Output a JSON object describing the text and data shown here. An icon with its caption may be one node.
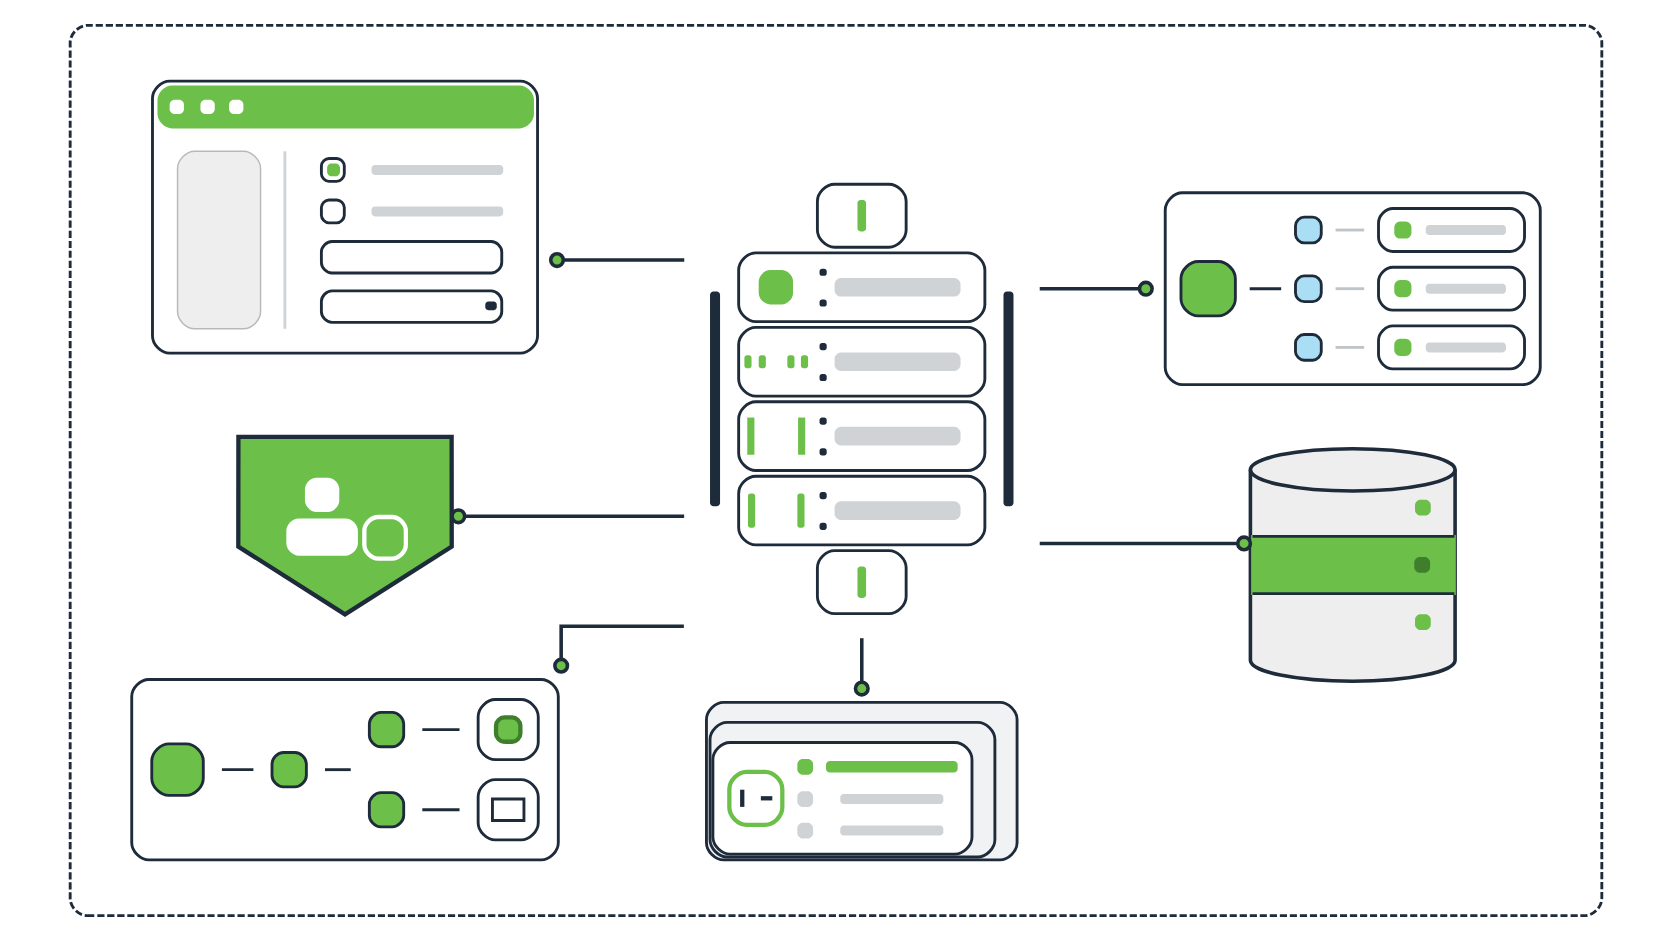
{
  "diagram": {
    "nodes": [
      {
        "text": [],
        "shape": "box"
      },
      {
        "text": [],
        "shape": "picture",
        "in": 0
      },
      {
        "text": [],
        "shape": "picture",
        "in": 0
      },
      {
        "text": [],
        "shape": "cylinder",
        "in": 0
      },
      {
        "text": [],
        "shape": "picture",
        "in": 0
      },
      {
        "text": [],
        "shape": "picture",
        "in": 0
      },
      {
        "text": [],
        "shape": "picture",
        "in": 0
      },
      {
        "text": [],
        "shape": "picture",
        "in": 0
      }
    ],
    "edges": [
      {
        "from": 1,
        "to": 2,
        "arrow": "other"
      },
      {
        "from": 2,
        "to": 3,
        "arrow": "other"
      },
      {
        "from": 4,
        "to": 2,
        "arrow": "other"
      },
      {
        "from": 2,
        "to": 5,
        "arrow": "other"
      },
      {
        "from": 6,
        "to": 2,
        "arrow": "other"
      },
      {
        "from": 7,
        "to": 2,
        "arrow": "other"
      }
    ]
  }
}
